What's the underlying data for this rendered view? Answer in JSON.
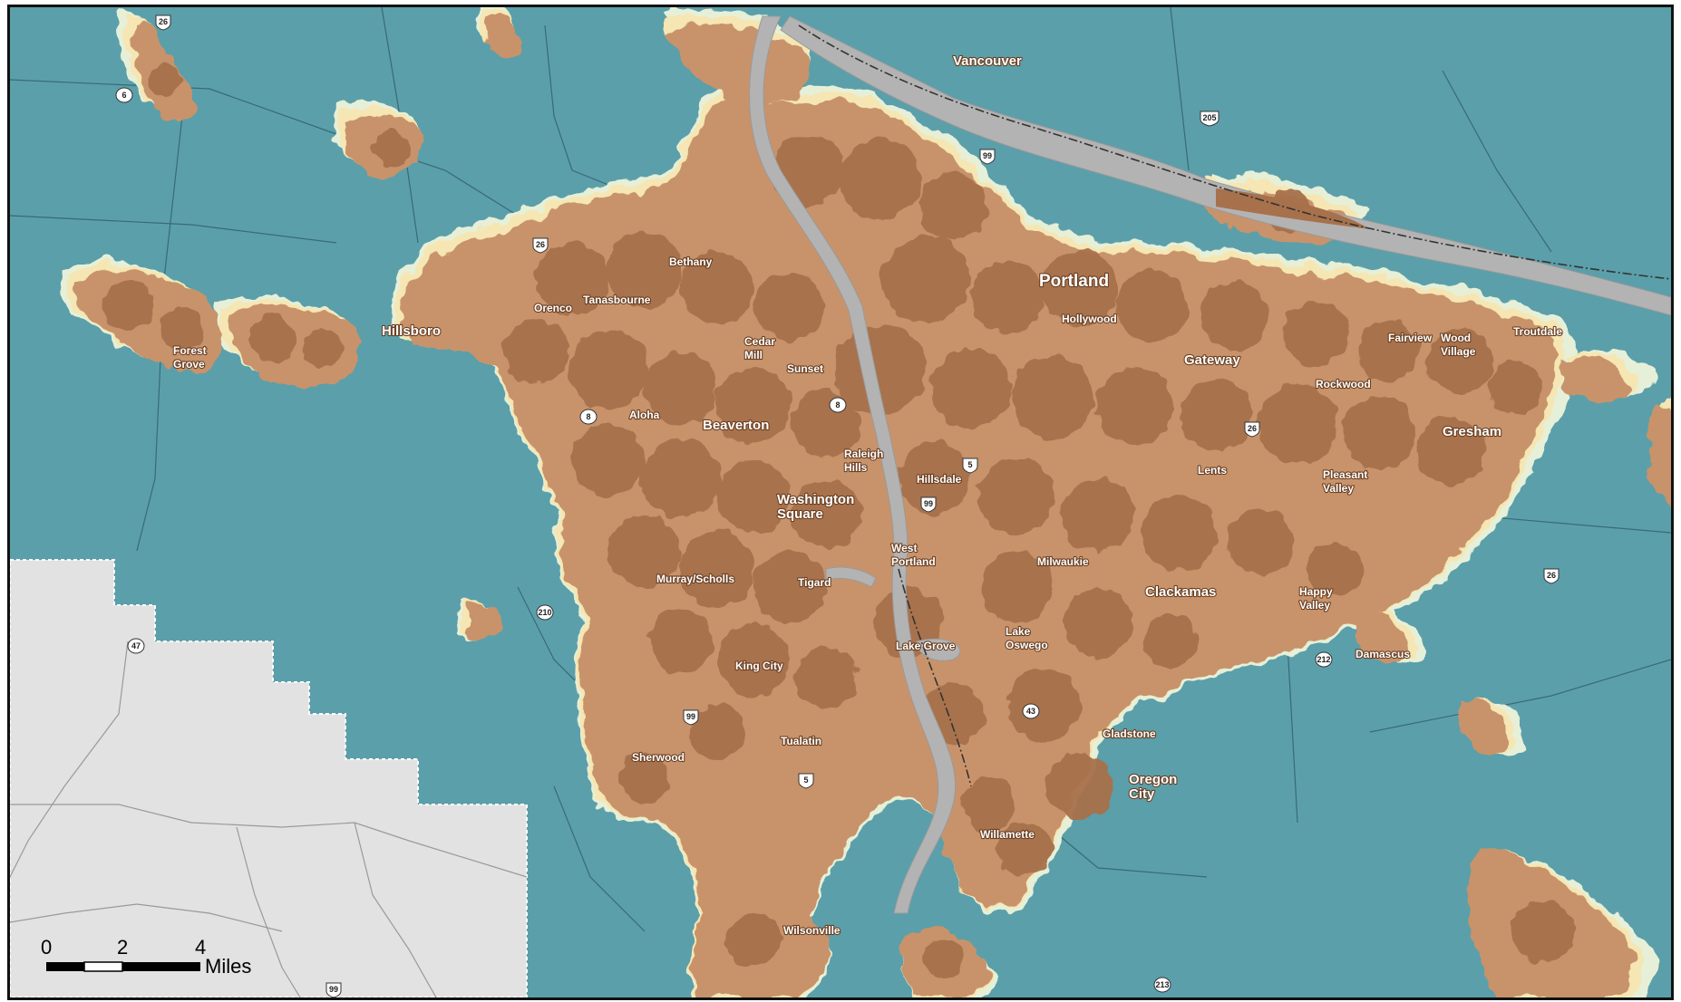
{
  "map": {
    "colors": {
      "water_background": "#5b9faa",
      "density_core": "#a7714c",
      "density_mid": "#c8936a",
      "density_edge": "#f5e6b4",
      "density_halo": "#e6f0d8",
      "outside_area": "#e2e2e2",
      "rivers": "#b3b3b3",
      "boundary_lines": "#2f5e6a"
    },
    "places": [
      {
        "id": "vancouver",
        "label": "Vancouver"
      },
      {
        "id": "portland",
        "label": "Portland"
      },
      {
        "id": "hollywood",
        "label": "Hollywood"
      },
      {
        "id": "gateway",
        "label": "Gateway"
      },
      {
        "id": "rockwood",
        "label": "Rockwood"
      },
      {
        "id": "fairview",
        "label": "Fairview"
      },
      {
        "id": "wood-village-1",
        "label": "Wood"
      },
      {
        "id": "wood-village-2",
        "label": "Village"
      },
      {
        "id": "troutdale",
        "label": "Troutdale"
      },
      {
        "id": "gresham",
        "label": "Gresham"
      },
      {
        "id": "pleasant-valley-1",
        "label": "Pleasant"
      },
      {
        "id": "pleasant-valley-2",
        "label": "Valley"
      },
      {
        "id": "lents",
        "label": "Lents"
      },
      {
        "id": "bethany",
        "label": "Bethany"
      },
      {
        "id": "tanasbourne",
        "label": "Tanasbourne"
      },
      {
        "id": "orenco",
        "label": "Orenco"
      },
      {
        "id": "hillsboro",
        "label": "Hillsboro"
      },
      {
        "id": "forest-grove-1",
        "label": "Forest"
      },
      {
        "id": "forest-grove-2",
        "label": "Grove"
      },
      {
        "id": "cedar-mill-1",
        "label": "Cedar"
      },
      {
        "id": "cedar-mill-2",
        "label": "Mill"
      },
      {
        "id": "sunset",
        "label": "Sunset"
      },
      {
        "id": "aloha",
        "label": "Aloha"
      },
      {
        "id": "beaverton",
        "label": "Beaverton"
      },
      {
        "id": "raleigh-hills-1",
        "label": "Raleigh"
      },
      {
        "id": "raleigh-hills-2",
        "label": "Hills"
      },
      {
        "id": "hillsdale",
        "label": "Hillsdale"
      },
      {
        "id": "washington-square-1",
        "label": "Washington"
      },
      {
        "id": "washington-square-2",
        "label": "Square"
      },
      {
        "id": "west-portland-1",
        "label": "West"
      },
      {
        "id": "west-portland-2",
        "label": "Portland"
      },
      {
        "id": "milwaukie",
        "label": "Milwaukie"
      },
      {
        "id": "clackamas",
        "label": "Clackamas"
      },
      {
        "id": "happy-valley-1",
        "label": "Happy"
      },
      {
        "id": "happy-valley-2",
        "label": "Valley"
      },
      {
        "id": "murray-scholls",
        "label": "Murray/Scholls"
      },
      {
        "id": "tigard",
        "label": "Tigard"
      },
      {
        "id": "lake-grove",
        "label": "Lake Grove"
      },
      {
        "id": "lake-oswego-1",
        "label": "Lake"
      },
      {
        "id": "lake-oswego-2",
        "label": "Oswego"
      },
      {
        "id": "damascus",
        "label": "Damascus"
      },
      {
        "id": "king-city",
        "label": "King City"
      },
      {
        "id": "gladstone",
        "label": "Gladstone"
      },
      {
        "id": "oregon-city-1",
        "label": "Oregon"
      },
      {
        "id": "oregon-city-2",
        "label": "City"
      },
      {
        "id": "tualatin",
        "label": "Tualatin"
      },
      {
        "id": "sherwood",
        "label": "Sherwood"
      },
      {
        "id": "willamette",
        "label": "Willamette"
      },
      {
        "id": "wilsonville",
        "label": "Wilsonville"
      }
    ],
    "shields": [
      {
        "id": "us-26-north",
        "number": "26"
      },
      {
        "id": "or-6",
        "number": "6"
      },
      {
        "id": "us-26-west",
        "number": "26"
      },
      {
        "id": "or-8-west",
        "number": "8"
      },
      {
        "id": "or-8-east",
        "number": "8"
      },
      {
        "id": "i-205",
        "number": "205"
      },
      {
        "id": "us-99-north",
        "number": "99"
      },
      {
        "id": "i-5-central",
        "number": "5"
      },
      {
        "id": "us-99-central",
        "number": "99"
      },
      {
        "id": "us-26-east",
        "number": "26"
      },
      {
        "id": "us-26-far-east",
        "number": "26"
      },
      {
        "id": "or-210",
        "number": "210"
      },
      {
        "id": "or-47",
        "number": "47"
      },
      {
        "id": "us-99-south",
        "number": "99"
      },
      {
        "id": "i-5-south",
        "number": "5"
      },
      {
        "id": "or-43",
        "number": "43"
      },
      {
        "id": "or-212",
        "number": "212"
      },
      {
        "id": "or-213",
        "number": "213"
      },
      {
        "id": "us-99-bottom",
        "number": "99"
      }
    ],
    "scale_bar": {
      "tick_labels": [
        "0",
        "2",
        "4"
      ],
      "unit": "Miles"
    }
  }
}
